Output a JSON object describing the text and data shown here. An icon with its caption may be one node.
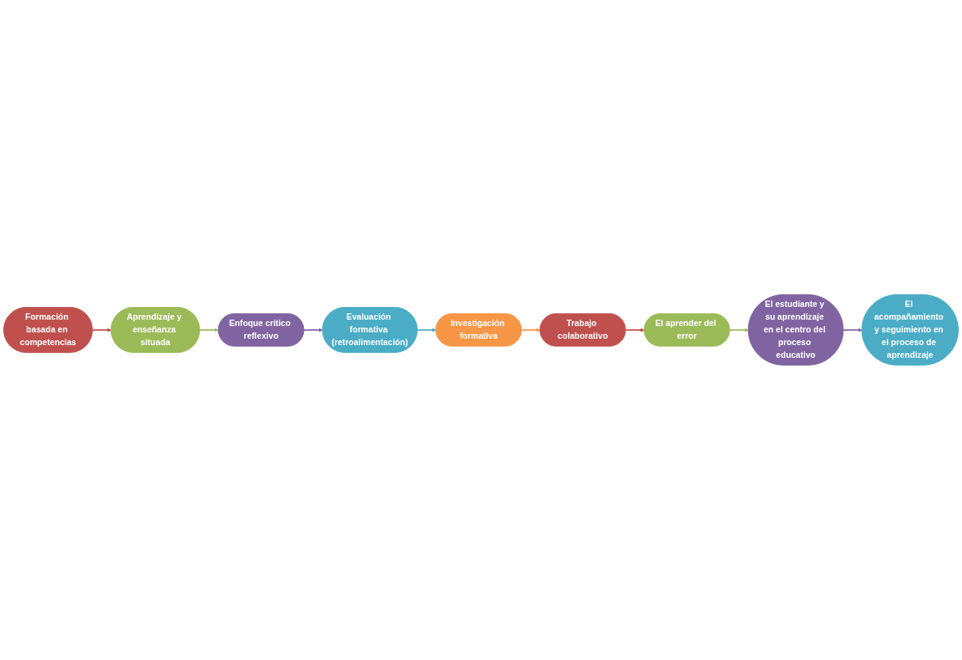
{
  "diagram": {
    "nodes": [
      {
        "text": [
          "Formación basada en competencias"
        ]
      },
      {
        "text": [
          "Aprendizaje y enseñanza situada"
        ]
      },
      {
        "text": [
          "Enfoque critico reflexivo"
        ]
      },
      {
        "text": [
          "Evaluación formativa (retroalimentación)"
        ]
      },
      {
        "text": [
          "Investigación formativa"
        ]
      },
      {
        "text": [
          "Trabajo colaborativo"
        ]
      },
      {
        "text": [
          "El aprender del error"
        ]
      },
      {
        "text": [
          "El estudiante y su aprendizaje en el centro del proceso educativo"
        ]
      },
      {
        "text": [
          "El acompañamiento y seguimiento en el proceso de aprendizaje"
        ]
      }
    ],
    "edges": [
      {
        "from": 0,
        "to": 1,
        "arrow": "to",
        "color": "#c0504d"
      },
      {
        "from": 1,
        "to": 2,
        "arrow": "to",
        "color": "#9bbb59"
      },
      {
        "from": 2,
        "to": 3,
        "arrow": "to",
        "color": "#8064a2"
      },
      {
        "from": 3,
        "to": 4,
        "arrow": "to",
        "color": "#4bacc6"
      },
      {
        "from": 4,
        "to": 5,
        "arrow": "to",
        "color": "#f79646"
      },
      {
        "from": 5,
        "to": 6,
        "arrow": "to",
        "color": "#c0504d"
      },
      {
        "from": 6,
        "to": 7,
        "arrow": "to",
        "color": "#9bbb59"
      },
      {
        "from": 7,
        "to": 8,
        "arrow": "to",
        "color": "#8064a2"
      }
    ]
  }
}
